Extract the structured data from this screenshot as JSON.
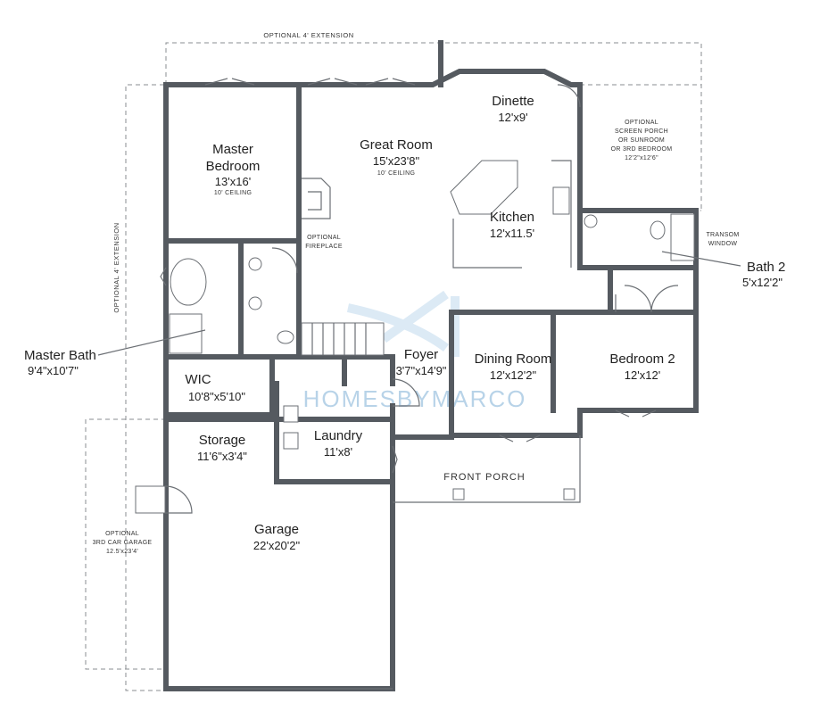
{
  "extensions": {
    "top": "OPTIONAL 4' EXTENSION",
    "left": "OPTIONAL 4' EXTENSION"
  },
  "rooms": {
    "master_bedroom": {
      "name_line1": "Master",
      "name_line2": "Bedroom",
      "dim": "13'x16'",
      "note": "10' CEILING"
    },
    "great_room": {
      "name": "Great Room",
      "dim": "15'x23'8\"",
      "note": "10' CEILING"
    },
    "dinette": {
      "name": "Dinette",
      "dim": "12'x9'"
    },
    "kitchen": {
      "name": "Kitchen",
      "dim": "12'x11.5'"
    },
    "screen_porch": {
      "line1": "OPTIONAL",
      "line2": "SCREEN PORCH",
      "line3": "OR SUNROOM",
      "line4": "OR 3RD BEDROOM",
      "dim": "12'2\"x12'6\""
    },
    "fireplace": {
      "line1": "OPTIONAL",
      "line2": "FIREPLACE"
    },
    "transom": {
      "line1": "TRANSOM",
      "line2": "WINDOW"
    },
    "foyer": {
      "name": "Foyer",
      "dim": "3'7\"x14'9\""
    },
    "dining_room": {
      "name": "Dining Room",
      "dim": "12'x12'2\""
    },
    "bedroom_2": {
      "name": "Bedroom 2",
      "dim": "12'x12'"
    },
    "wic": {
      "name": "WIC",
      "dim": "10'8\"x5'10\""
    },
    "storage": {
      "name": "Storage",
      "dim": "11'6\"x3'4\""
    },
    "laundry": {
      "name": "Laundry",
      "dim": "11'x8'"
    },
    "front_porch": {
      "name": "FRONT  PORCH"
    },
    "garage": {
      "name": "Garage",
      "dim": "22'x20'2\""
    },
    "third_garage": {
      "line1": "OPTIONAL",
      "line2": "3RD CAR GARAGE",
      "dim": "12.5'x23'4'"
    }
  },
  "callouts": {
    "master_bath": {
      "name": "Master Bath",
      "dim": "9'4\"x10'7\""
    },
    "bath_2": {
      "name": "Bath 2",
      "dim": "5'x12'2\""
    }
  },
  "watermark": {
    "text": "HOMESBYMARCO"
  },
  "colors": {
    "wall": "#555a60",
    "line": "#6b6f74",
    "watermark": "#7fb0d6"
  }
}
